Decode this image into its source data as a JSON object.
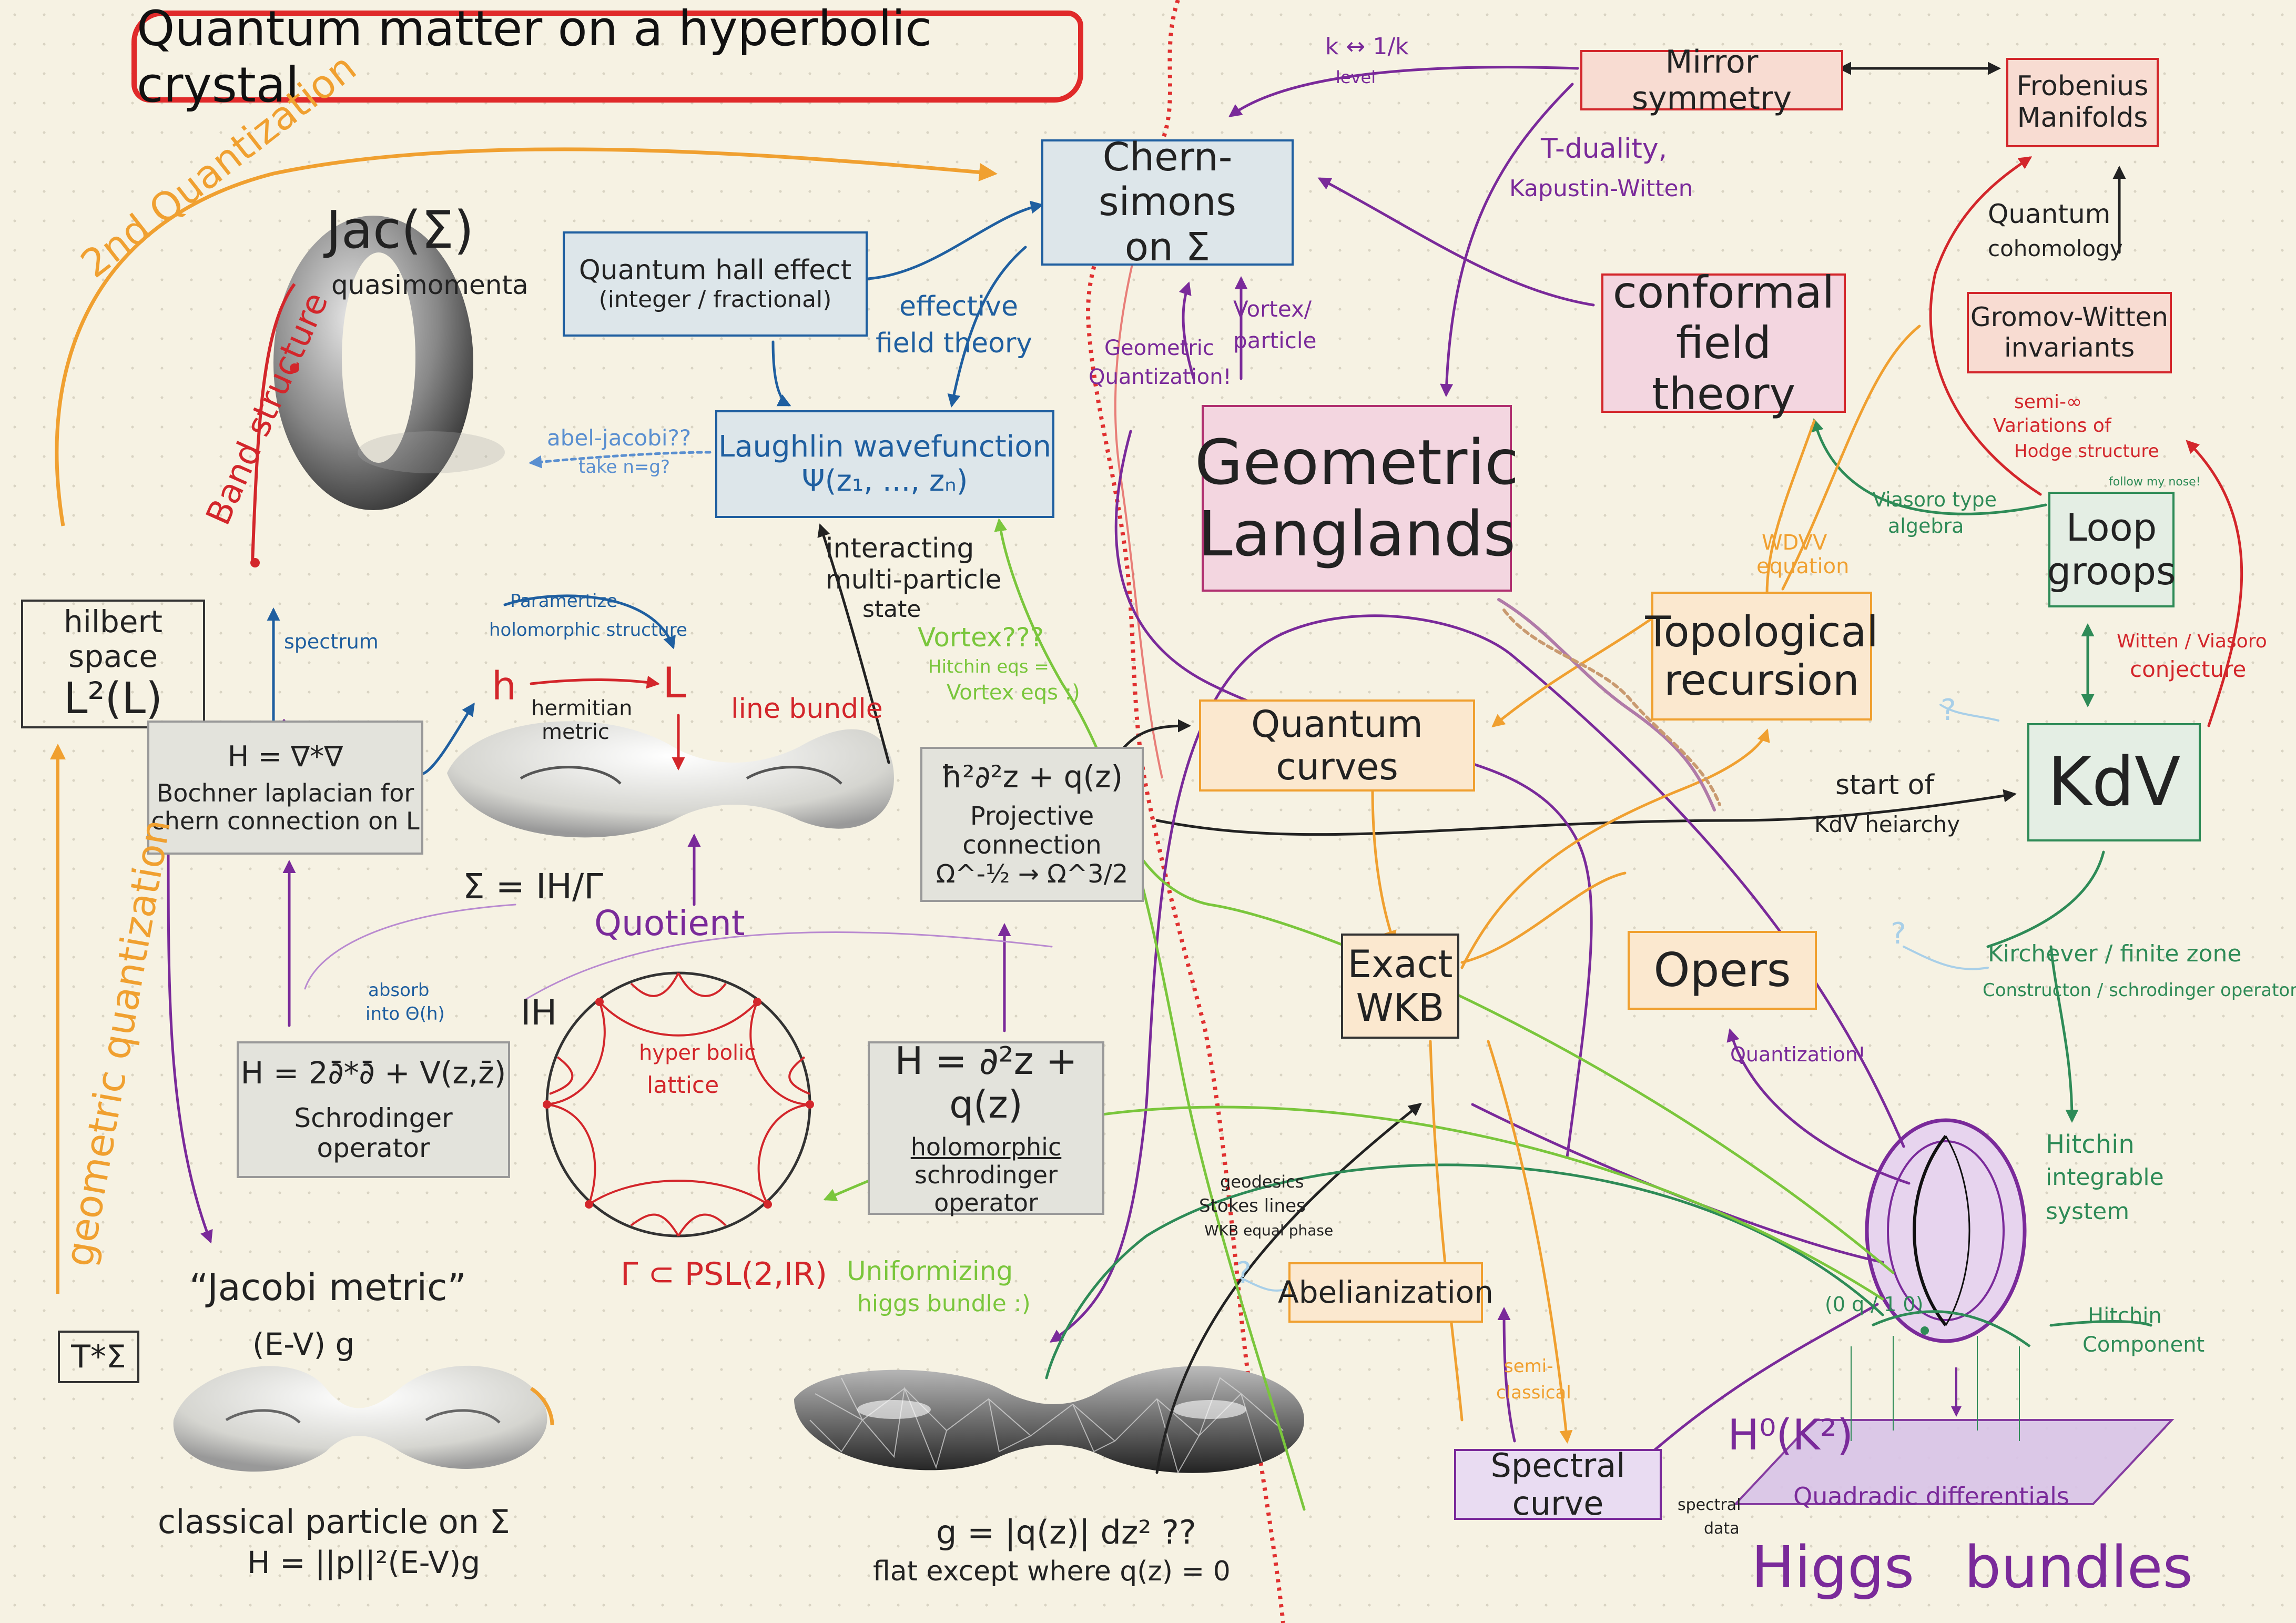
{
  "title": "Quantum matter on a hyperbolic crystal",
  "colors": {
    "red": "#d3262b",
    "blue": "#1f5fa0",
    "orange": "#f0a030",
    "purple": "#7a2a9a",
    "green": "#2e8b57",
    "lime": "#7ac63c",
    "box_grey": "#e3e3dc",
    "box_blue": "#dde6ea",
    "box_pink": "#f3d6e0",
    "box_peach": "#fbe8cf",
    "box_green": "#e4eee4",
    "box_salmon": "#f8dcd2"
  },
  "boxes": {
    "hilbert": "hilbert space",
    "hilbert_sub": "L²(L)",
    "bochner_eq": "H = ∇*∇",
    "bochner_l1": "Bochner laplacian for",
    "bochner_l2": "chern connection on L",
    "schrod_eq": "H = 2∂̄*∂̄ + V(z,z̄)",
    "schrod_label": "Schrodinger operator",
    "qhe_l1": "Quantum hall effect",
    "qhe_l2": "(integer / fractional)",
    "cs_l1": "Chern-simons",
    "cs_l2": "on Σ",
    "laughlin_l1": "Laughlin wavefunction",
    "laughlin_l2": "Ψ(z₁, ..., zₙ)",
    "proj_eq": "ħ²∂²z + q(z)",
    "proj_l1": "Projective connection",
    "proj_l2": "Ω^-½ → Ω^3/2",
    "holo_eq": "H = ∂²z + q(z)",
    "holo_l1": "holomorphic",
    "holo_l2": "schrodinger operator",
    "mirror": "Mirror symmetry",
    "frob_l1": "Frobenius",
    "frob_l2": "Manifolds",
    "cft_l1": "conformal",
    "cft_l2": "field theory",
    "gl_l1": "Geometric",
    "gl_l2": "Langlands",
    "gw_l1": "Gromov-Witten",
    "gw_l2": "invariants",
    "loop_l1": "Loop",
    "loop_l2": "groops",
    "topo_l1": "Topological",
    "topo_l2": "recursion",
    "qcurves": "Quantum curves",
    "kdv": "KdV",
    "wkb_l1": "Exact",
    "wkb_l2": "WKB",
    "opers": "Opers",
    "abel": "Abelianization",
    "spectral": "Spectral curve",
    "tstar": "T*Σ"
  },
  "labels": {
    "second_quant": "2nd Quantization",
    "geo_quant": "geometric quantization",
    "jac": "Jac(Σ)",
    "quasimomenta": "quasimomenta",
    "band": "Band structure",
    "spectrum": "spectrum",
    "abel_jacobi": "abel-jacobi??",
    "take_n": "take n=g?",
    "param_l1": "Paramertize",
    "param_l2": "holomorphic structure",
    "h_small": "h",
    "l_small": "L",
    "herm_l1": "hermitian",
    "herm_l2": "metric",
    "line_bundle": "line bundle",
    "sigma_eq": "Σ = IH/Γ",
    "quotient": "Quotient",
    "ih": "IH",
    "hyp_l1": "hyper bolic",
    "hyp_l2": "lattice",
    "gamma": "Γ ⊂ PSL(2,IR)",
    "absorb_l1": "absorb",
    "absorb_l2": "into Θ(h)",
    "eff_l1": "effective",
    "eff_l2": "field theory",
    "inter_l1": "interacting",
    "inter_l2": "multi-particle",
    "inter_l3": "state",
    "vortex_q": "Vortex???",
    "hitchin_eq_l1": "Hitchin eqs =",
    "hitchin_eq_l2": "Vortex eqs :)",
    "jacobi_metric": "“Jacobi metric”",
    "ev_g": "(E-V) g",
    "classical": "classical particle on Σ",
    "h_norm": "H = ||p||²(E-V)g",
    "g_eq": "g = |q(z)| dz² ??",
    "flat": "flat except where q(z) = 0",
    "unif_l1": "Uniformizing",
    "unif_l2": "higgs bundle :)",
    "geo_quant2_l1": "Geometric",
    "geo_quant2_l2": "Quantization!",
    "vortex_part_l1": "Vortex/",
    "vortex_part_l2": "particle",
    "k_level": "k ↔ 1/k",
    "level": "level",
    "tdual_l1": "T-duality,",
    "tdual_l2": "Kapustin-Witten",
    "qcoh_l1": "Quantum",
    "qcoh_l2": "cohomology",
    "semi_l1": "semi-∞",
    "semi_l2": "Variations of",
    "semi_l3": "Hodge structure",
    "follow": "follow my nose!",
    "viasoro_l1": "Viasoro type",
    "viasoro_l2": "algebra",
    "wdvv_l1": "WDVV",
    "wdvv_l2": "equation",
    "witten_l1": "Witten / Viasoro",
    "witten_l2": "conjecture",
    "start_l1": "start of",
    "start_l2": "KdV heiarchy",
    "kirch_l1": "Kirchever / finite zone",
    "kirch_l2": "Constructon / schrodinger operators",
    "hitchin_int_l1": "Hitchin",
    "hitchin_int_l2": "integrable",
    "hitchin_int_l3": "system",
    "quantization": "Quantization!",
    "geo_l1": "geodesics",
    "geo_l2": "Stokes lines",
    "geo_l3": "WKB equal phase",
    "semiclass_l1": "semi-",
    "semiclass_l2": "classical",
    "matrix": "(0 q / 1 0)",
    "hitchin_comp_l1": "Hitchin",
    "hitchin_comp_l2": "Component",
    "h0": "H⁰(K²)",
    "quadratic": "Quadradic differentials",
    "spectral_data_l1": "spectral",
    "spectral_data_l2": "data",
    "higgs": "Higgs bundles",
    "qmark": "?"
  }
}
